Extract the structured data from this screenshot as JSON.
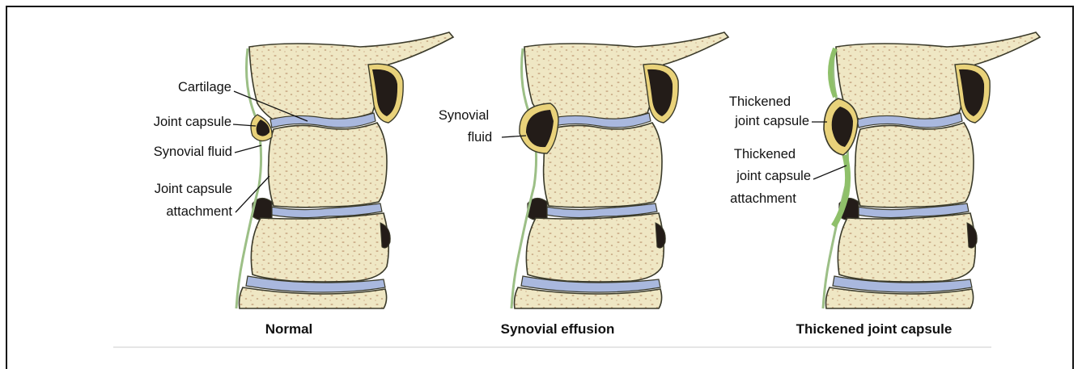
{
  "panels": [
    {
      "caption": "Normal",
      "labels": {
        "cartilage": "Cartilage",
        "joint_capsule": "Joint capsule",
        "synovial_fluid": "Synovial fluid",
        "capsule_attachment_line1": "Joint capsule",
        "capsule_attachment_line2": "attachment"
      }
    },
    {
      "caption": "Synovial effusion",
      "labels": {
        "synovial_fluid_line1": "Synovial",
        "synovial_fluid_line2": "fluid"
      }
    },
    {
      "caption": "Thickened joint capsule",
      "labels": {
        "thickened_capsule_line1": "Thickened",
        "thickened_capsule_line2": "joint capsule",
        "thickened_attachment_line1": "Thickened",
        "thickened_attachment_line2": "joint capsule",
        "thickened_attachment_line3": "attachment"
      }
    }
  ],
  "colors": {
    "bone": "#efe7c4",
    "bone_outline": "#3a3a2a",
    "cartilage": "#a9b8de",
    "synovial_fluid": "#231c18",
    "capsule": "#e9d27a",
    "thickened_capsule": "#8fc06a",
    "ligament": "#9cbf86"
  }
}
